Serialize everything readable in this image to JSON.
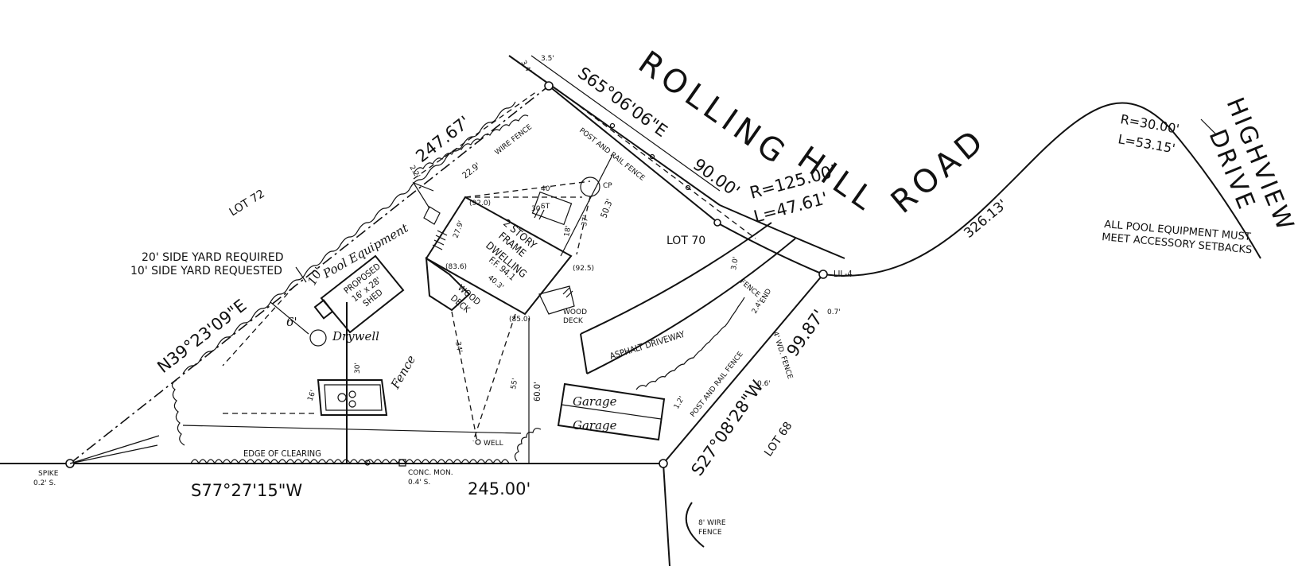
{
  "streets": {
    "rolling_hill_1": "ROLLING",
    "rolling_hill_2": "HILL",
    "rolling_hill_3": "ROAD",
    "highview_1": "HIGHVIEW",
    "highview_2": "DRIVE"
  },
  "lots": {
    "lot72": "LOT 72",
    "lot70": "LOT 70",
    "lot68": "LOT 68"
  },
  "bearings": {
    "front": "S65°06'06\"E",
    "front_dist": "90.00'",
    "west": "N39°23'09\"E",
    "west_dist": "247.67'",
    "south": "S77°27'15\"W",
    "south_dist": "245.00'",
    "east": "S27°08'28\"W",
    "east_dist": "99.87'",
    "arc_radius": "R=125.00'",
    "arc_length": "L=47.61'",
    "curve_radius": "R=30.00'",
    "curve_length": "L=53.15'",
    "road_dist": "326.13'"
  },
  "notes": {
    "side_yard_required": "20' SIDE YARD REQUIRED",
    "side_yard_requested": "10' SIDE YARD REQUESTED",
    "pool_note_1": "ALL POOL EQUIPMENT MUST",
    "pool_note_2": "MEET ACCESSORY SETBACKS",
    "spike": "SPIKE",
    "spike_offset": "0.2' S.",
    "conc_mon": "CONC. MON.",
    "conc_mon_offset": "0.4' S.",
    "edge_clearing": "EDGE OF CLEARING",
    "lil": "LIL-4",
    "wire_fence_8": "8' WIRE",
    "wire_fence_8b": "FENCE"
  },
  "labels": {
    "wire_fence": "WIRE FENCE",
    "post_rail_fence": "POST AND RAIL FENCE",
    "post_rail_fence_2": "POST AND RAIL FENCE",
    "fence": "FENCE",
    "end": "END",
    "wd_fence": "4' WD. FENCE",
    "asphalt": "ASPHALT DRIVEWAY",
    "well": "WELL",
    "cp": "CP",
    "st": "ST",
    "wood_deck_1a": "WOOD",
    "wood_deck_1b": "DECK",
    "wood_deck_2a": "WOOD",
    "wood_deck_2b": "DECK",
    "shed_1": "PROPOSED",
    "shed_2": "16' x 28'",
    "shed_3": "SHED",
    "dwelling_1": "2 STORY",
    "dwelling_2": "FRAME",
    "dwelling_3": "DWELLING",
    "dwelling_4": "F.F. 94.1"
  },
  "handwritten": {
    "pool_equipment": "Pool Equipment",
    "drywell": "Drywell",
    "fence_hand": "Fence",
    "garage_1": "Garage",
    "garage_2": "Garage",
    "ten": "10'",
    "six_ft": "6'"
  },
  "dims": {
    "d_22_9": "22.9'",
    "d_40": "40'",
    "d_30": "30'",
    "d_27_9": "27.9'",
    "d_40_3": "40.3'",
    "d_50_3": "50.3'",
    "d_37": "37'",
    "d_18": "18'",
    "d_60": "60.0'",
    "d_55": "55'",
    "d_34": "34'",
    "d_30b": "30'",
    "d_16": "16'",
    "d_3_0": "3.0'",
    "d_2_4": "2.4'",
    "d_0_7": "0.7'",
    "d_1_2": "1.2'",
    "d_0_6": "0.6'",
    "d_2_2": "2.2'",
    "d_3_4": "3.4'",
    "d_3_5": "3.5'",
    "e_92_0": "(92.0)",
    "e_83_6": "(83.6)",
    "e_92_5": "(92.5)",
    "e_85_0": "(85.0)"
  }
}
